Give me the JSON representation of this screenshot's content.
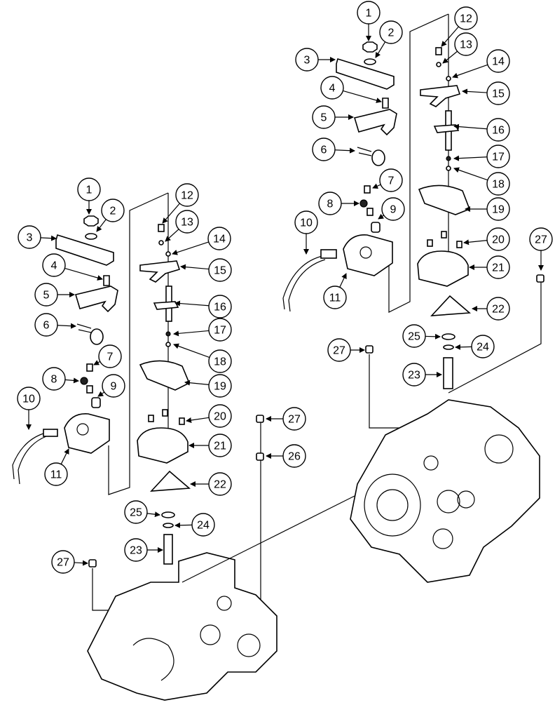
{
  "callouts": {
    "left": [
      "1",
      "2",
      "3",
      "4",
      "5",
      "6",
      "7",
      "8",
      "9",
      "10",
      "11",
      "12",
      "13",
      "14",
      "15",
      "16",
      "17",
      "18",
      "19",
      "20",
      "21",
      "22",
      "23",
      "24",
      "25",
      "26",
      "27a",
      "27b"
    ],
    "right": [
      "1",
      "2",
      "3",
      "4",
      "5",
      "6",
      "7",
      "8",
      "9",
      "10",
      "11",
      "12",
      "13",
      "14",
      "15",
      "16",
      "17",
      "18",
      "19",
      "20",
      "21",
      "22",
      "23",
      "24",
      "25",
      "27a",
      "27b"
    ]
  },
  "labels": {
    "l1": "1",
    "l2": "2",
    "l3": "3",
    "l4": "4",
    "l5": "5",
    "l6": "6",
    "l7": "7",
    "l8": "8",
    "l9": "9",
    "l10": "10",
    "l11": "11",
    "l12": "12",
    "l13": "13",
    "l14": "14",
    "l15": "15",
    "l16": "16",
    "l17": "17",
    "l18": "18",
    "l19": "19",
    "l20": "20",
    "l21": "21",
    "l22": "22",
    "l23": "23",
    "l24": "24",
    "l25": "25",
    "l26": "26",
    "l27a": "27",
    "l27b": "27",
    "r1": "1",
    "r2": "2",
    "r3": "3",
    "r4": "4",
    "r5": "5",
    "r6": "6",
    "r7": "7",
    "r8": "8",
    "r9": "9",
    "r10": "10",
    "r11": "11",
    "r12": "12",
    "r13": "13",
    "r14": "14",
    "r15": "15",
    "r16": "16",
    "r17": "17",
    "r18": "18",
    "r19": "19",
    "r20": "20",
    "r21": "21",
    "r22": "22",
    "r23": "23",
    "r24": "24",
    "r25": "25",
    "r27a": "27",
    "r27b": "27"
  }
}
